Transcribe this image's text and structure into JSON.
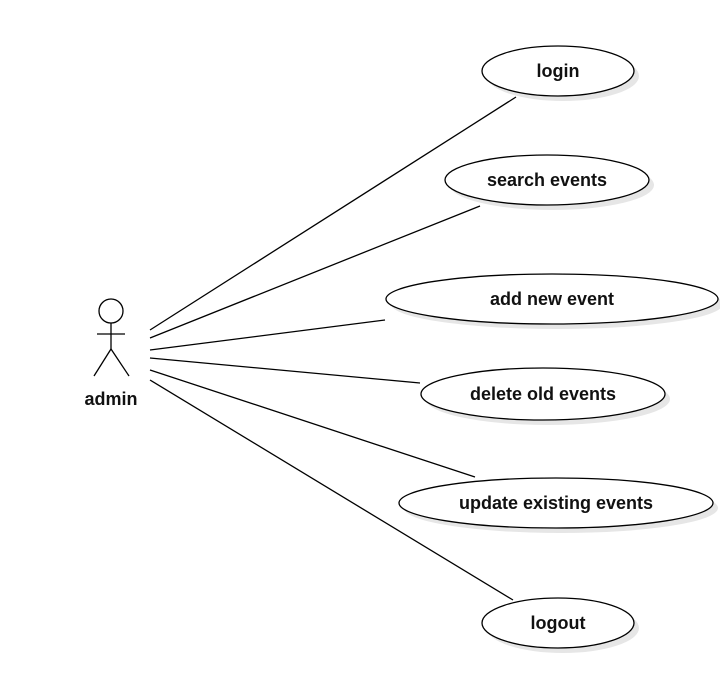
{
  "diagram": {
    "type": "use-case",
    "actor": {
      "label": "admin"
    },
    "use_cases": [
      {
        "label": "login"
      },
      {
        "label": "search events"
      },
      {
        "label": "add new event"
      },
      {
        "label": "delete old events"
      },
      {
        "label": "update existing events"
      },
      {
        "label": "logout"
      }
    ]
  },
  "colors": {
    "stroke": "#000000",
    "fill": "#ffffff",
    "shadow": "#e6e6e6",
    "text": "#111111"
  }
}
